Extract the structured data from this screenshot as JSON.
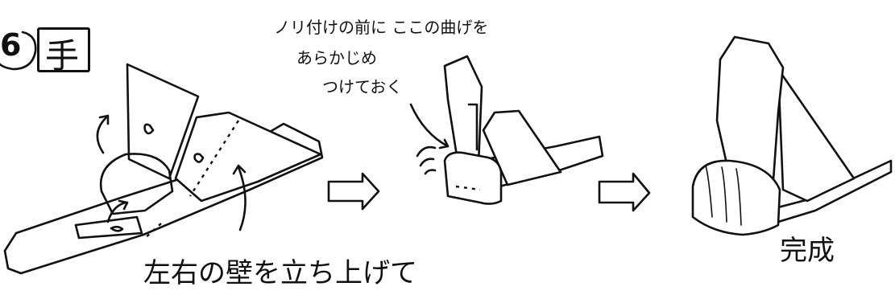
{
  "header": {
    "step_number": "6",
    "step_title": "手"
  },
  "annotations": {
    "pre_bend_note": [
      "ノリ付けの前に ここの曲げを",
      "あらかじめ",
      "つけておく"
    ],
    "raise_walls": "左右の壁を立ち上げて",
    "complete": "完成"
  },
  "icons": [
    "curved-arrow-icon",
    "hollow-right-arrow-icon",
    "motion-lines-icon"
  ],
  "colors": {
    "ink": "#111111",
    "paper": "#ffffff"
  }
}
